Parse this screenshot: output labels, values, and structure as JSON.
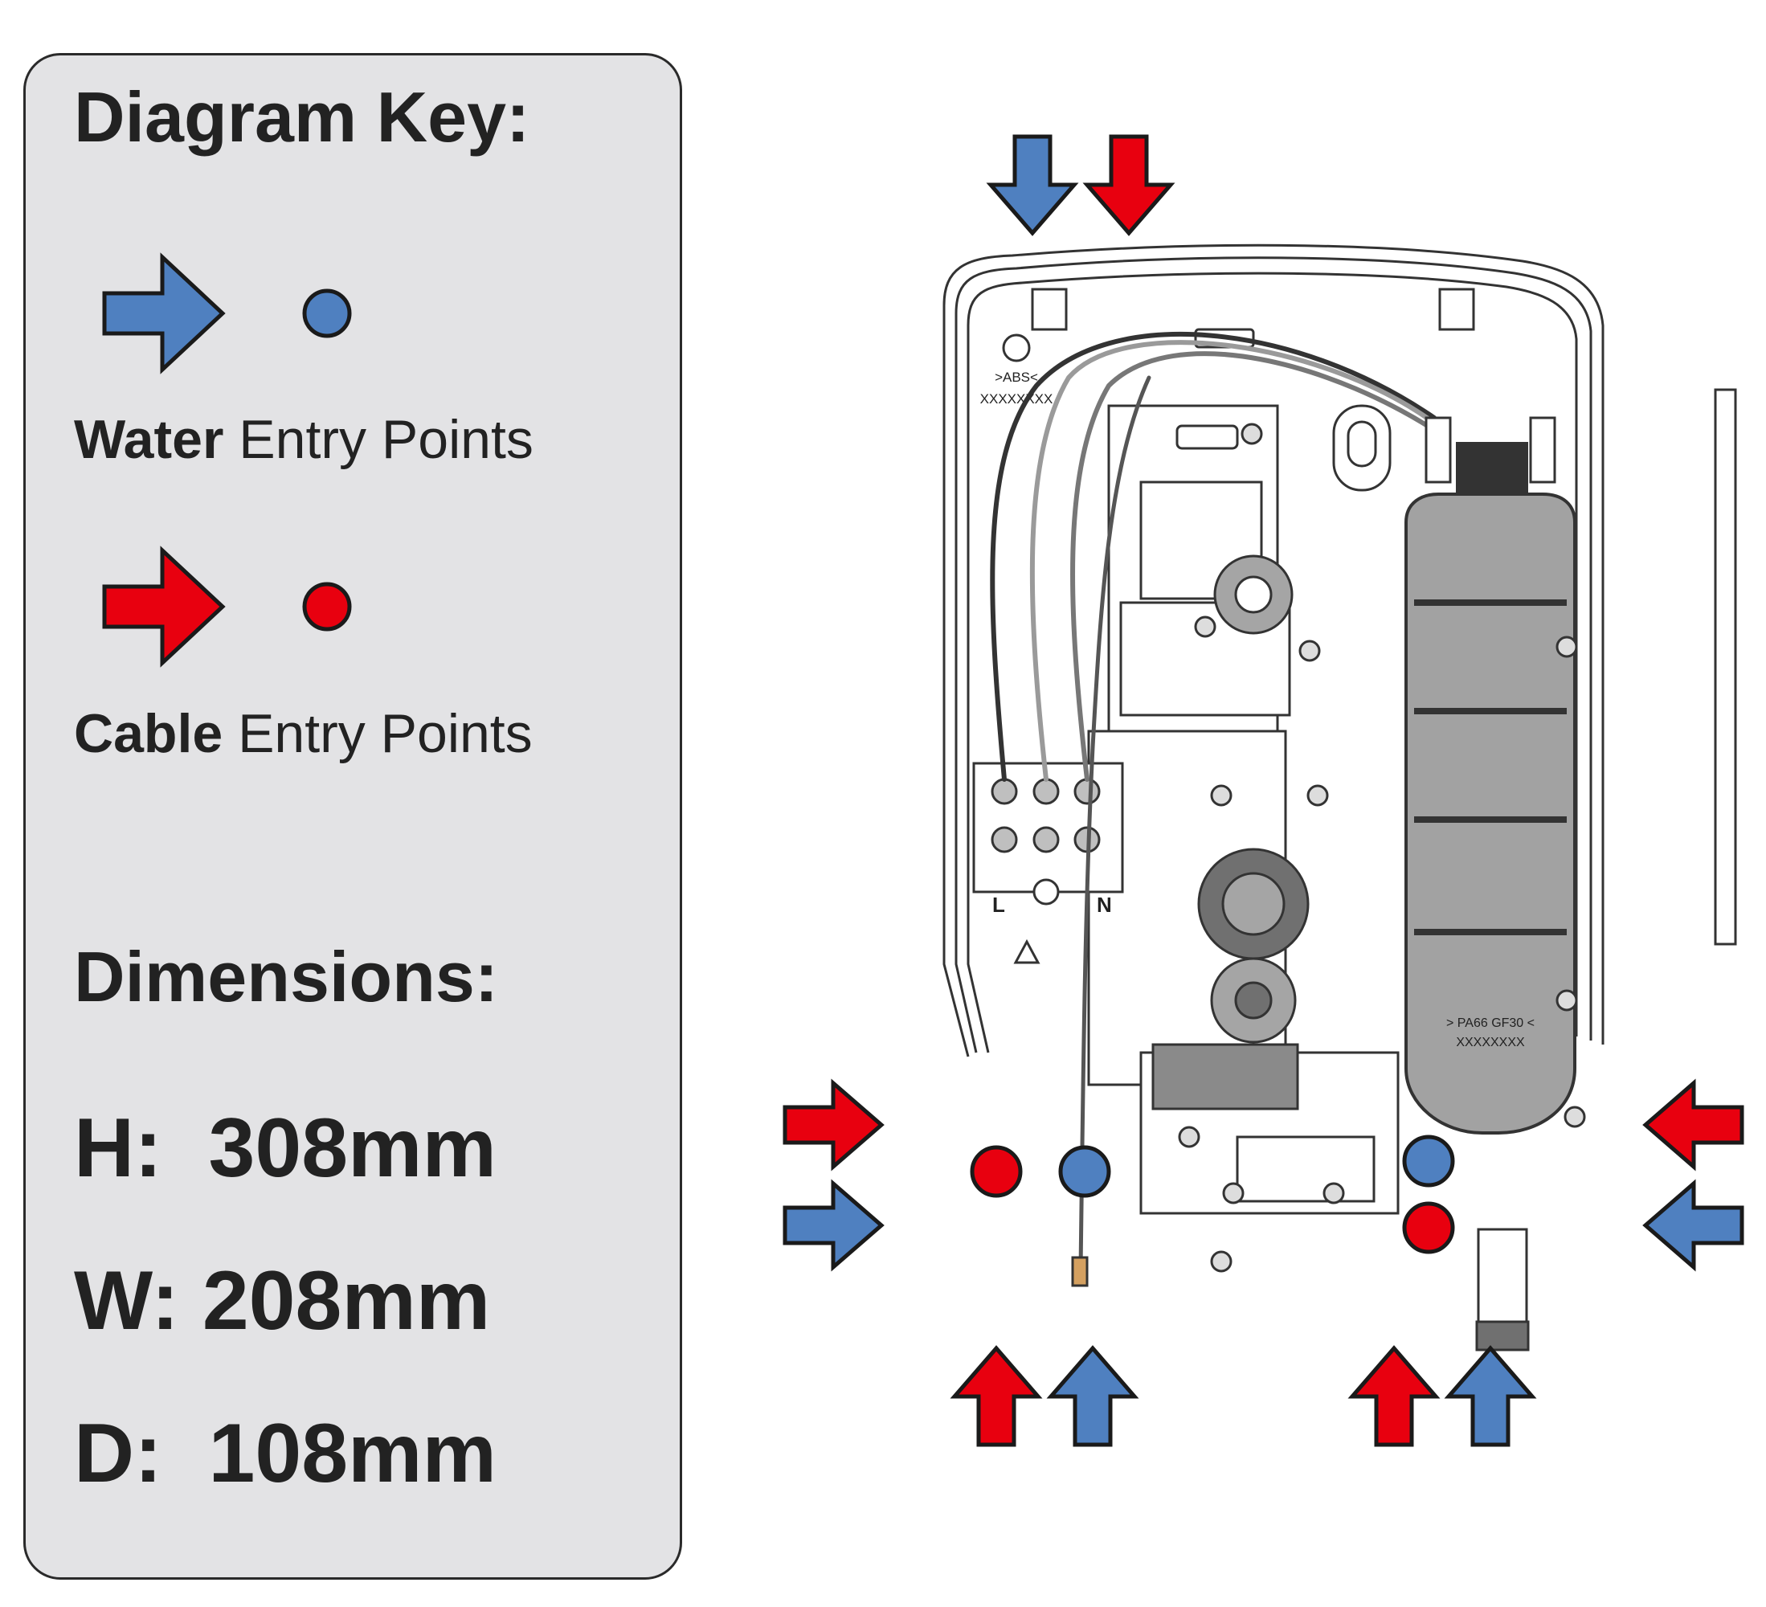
{
  "key": {
    "title": "Diagram Key:",
    "water": {
      "bold": "Water",
      "rest": " Entry Points",
      "color": "#4f80c0"
    },
    "cable": {
      "bold": "Cable",
      "rest": " Entry Points",
      "color": "#e8000f"
    }
  },
  "dimensions": {
    "title": "Dimensions:",
    "rows": [
      {
        "label": "H:  ",
        "value": "308mm"
      },
      {
        "label": "W: ",
        "value": "208mm"
      },
      {
        "label": "D:  ",
        "value": "108mm"
      }
    ]
  },
  "diagram": {
    "terminal_labels": {
      "live": "L",
      "neutral": "N"
    },
    "plate_text": {
      "abs": ">ABS<",
      "code": "XXXXXXXX",
      "can_code": "> PA66 GF30 <",
      "can_serial": "XXXXXXXX"
    }
  }
}
